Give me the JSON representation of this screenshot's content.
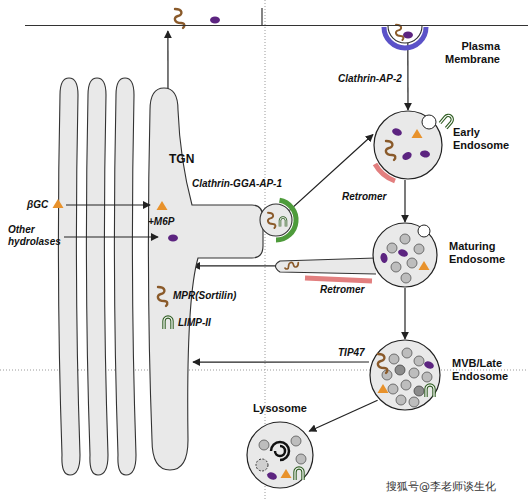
{
  "diagram": {
    "nodes": [
      {
        "text": [
          "TGN"
        ]
      },
      {
        "text": [
          "Plasma Membrane"
        ]
      },
      {
        "text": [
          "Early Endosome"
        ]
      },
      {
        "text": [
          "Maturing Endosome"
        ]
      },
      {
        "text": [
          "MVB/Late Endosome"
        ]
      },
      {
        "text": [
          "Lysosome"
        ]
      }
    ],
    "edges": [
      {
        "from": 0,
        "to": 1,
        "arrow": "to"
      },
      {
        "from": 1,
        "to": 2,
        "label": "Clathrin-AP-2",
        "arrow": "to"
      },
      {
        "from": 0,
        "to": 2,
        "arrow": "to"
      },
      {
        "from": 2,
        "to": 3,
        "arrow": "to"
      },
      {
        "from": 3,
        "to": 0,
        "arrow": "to"
      },
      {
        "from": 3,
        "to": 4,
        "arrow": "to"
      },
      {
        "from": 4,
        "to": 0,
        "label": "TIP47",
        "arrow": "to"
      },
      {
        "from": 4,
        "to": 5,
        "arrow": "to"
      }
    ],
    "labels": [
      "Clathrin-GGA-AP-1",
      "βGC",
      "+M6P",
      "Other hydrolases",
      "Retromer",
      "MPR(Sortilin)",
      "Retromer",
      "LIMP-II",
      "搜狐号@李老师谈生化"
    ]
  }
}
